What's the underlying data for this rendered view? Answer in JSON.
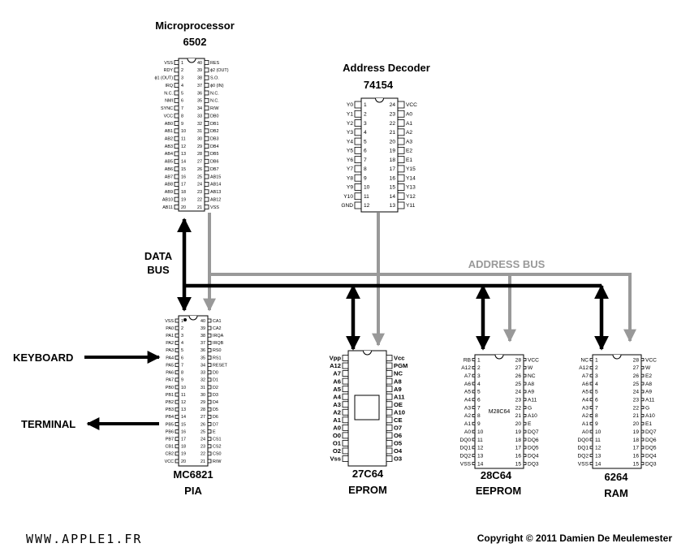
{
  "colors": {
    "data_bus": "#000000",
    "address_bus": "#999999",
    "line": "#000000"
  },
  "labels": {
    "cpu_title": "Microprocessor",
    "cpu_part": "6502",
    "decoder_title": "Address Decoder",
    "decoder_part": "74154",
    "data_bus": [
      "DATA",
      "BUS"
    ],
    "address_bus": "ADDRESS BUS",
    "keyboard": "KEYBOARD",
    "terminal": "TERMINAL",
    "pia_part": "MC6821",
    "pia_name": "PIA",
    "eprom_part": "27C64",
    "eprom_name": "EPROM",
    "eeprom_part": "28C64",
    "eeprom_name": "EEPROM",
    "ram_part": "6264",
    "ram_name": "RAM",
    "eeprom_center": "M28C64",
    "website": "WWW.APPLE1.FR",
    "copyright": "Copyright © 2011 Damien De Meulemester"
  },
  "chips": {
    "cpu": {
      "left": [
        "VSS",
        "RDY",
        "ϕ1 (OUT)",
        "IRQ",
        "N.C.",
        "NMI",
        "SYNC",
        "VCC",
        "AB0",
        "AB1",
        "AB2",
        "AB3",
        "AB4",
        "AB5",
        "AB6",
        "AB7",
        "AB8",
        "AB9",
        "AB10",
        "AB11"
      ],
      "right": [
        "RES",
        "ϕ2 (OUT)",
        "S.O.",
        "ϕ0 (IN)",
        "N.C.",
        "N.C.",
        "R/W",
        "DB0",
        "DB1",
        "DB2",
        "DB3",
        "DB4",
        "DB5",
        "DB6",
        "DB7",
        "AB15",
        "AB14",
        "AB13",
        "AB12",
        "VSS"
      ]
    },
    "decoder": {
      "left": [
        "Y0",
        "Y1",
        "Y2",
        "Y3",
        "Y4",
        "Y5",
        "Y6",
        "Y7",
        "Y8",
        "Y9",
        "Y10",
        "GND"
      ],
      "right": [
        "VCC",
        "A0",
        "A1",
        "A2",
        "A3",
        "E2",
        "E1",
        "Y15",
        "Y14",
        "Y13",
        "Y12",
        "Y11"
      ]
    },
    "pia": {
      "left": [
        "VSS",
        "PA0",
        "PA1",
        "PA2",
        "PA3",
        "PA4",
        "PA5",
        "PA6",
        "PA7",
        "PB0",
        "PB1",
        "PB2",
        "PB3",
        "PB4",
        "PB5",
        "PB6",
        "PB7",
        "CB1",
        "CB2",
        "VCC"
      ],
      "right": [
        "CA1",
        "CA2",
        "IRQA",
        "IRQB",
        "RS0",
        "RS1",
        "RESET",
        "D0",
        "D1",
        "D2",
        "D3",
        "D4",
        "D5",
        "D6",
        "D7",
        "E",
        "CS1",
        "CS2",
        "CS0",
        "R/W"
      ]
    },
    "eprom": {
      "left": [
        "Vpp",
        "A12",
        "A7",
        "A6",
        "A5",
        "A4",
        "A3",
        "A2",
        "A1",
        "A0",
        "O0",
        "O1",
        "O2",
        "Vss"
      ],
      "right": [
        "Vcc",
        "PGM",
        "NC",
        "A8",
        "A9",
        "A11",
        "OE",
        "A10",
        "CE",
        "O7",
        "O6",
        "O5",
        "O4",
        "O3"
      ]
    },
    "eeprom": {
      "left": [
        "RB",
        "A12",
        "A7",
        "A6",
        "A5",
        "A4",
        "A3",
        "A2",
        "A1",
        "A0",
        "DQ0",
        "DQ1",
        "DQ2",
        "VSS"
      ],
      "right": [
        "VCC",
        "W",
        "NC",
        "A8",
        "A9",
        "A11",
        "G",
        "A10",
        "E",
        "DQ7",
        "DQ6",
        "DQ5",
        "DQ4",
        "DQ3"
      ]
    },
    "ram": {
      "left": [
        "NC",
        "A12",
        "A7",
        "A6",
        "A5",
        "A4",
        "A3",
        "A2",
        "A1",
        "A0",
        "DQ0",
        "DQ1",
        "DQ2",
        "VSS"
      ],
      "right": [
        "VCC",
        "W",
        "E2",
        "A8",
        "A9",
        "A11",
        "G",
        "A10",
        "E1",
        "DQ7",
        "DQ6",
        "DQ5",
        "DQ4",
        "DQ3"
      ]
    }
  }
}
